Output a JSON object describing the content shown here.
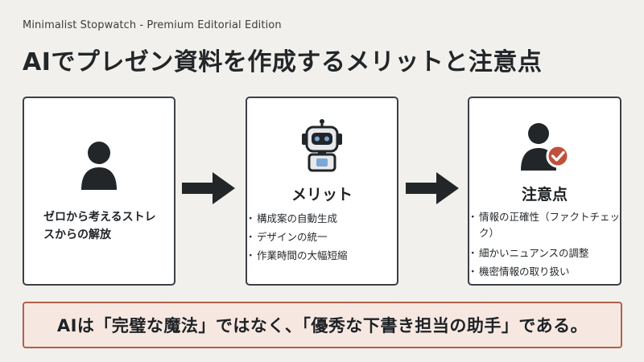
{
  "header": {
    "subtitle": "Minimalist Stopwatch - Premium Editorial Edition",
    "title": "AIでプレゼン資料を作成するメリットと注意点"
  },
  "steps": [
    {
      "icon": "person-icon",
      "text": "ゼロから考えるストレスからの解放"
    },
    {
      "icon": "robot-icon",
      "title": "メリット",
      "items": [
        "構成案の自動生成",
        "デザインの統一",
        "作業時間の大幅短縮"
      ]
    },
    {
      "icon": "person-check-icon",
      "title": "注意点",
      "items": [
        "情報の正確性（ファクトチェック）",
        "細かいニュアンスの調整",
        "機密情報の取り扱い"
      ]
    }
  ],
  "banner": {
    "text": "AIは「完璧な魔法」ではなく、「優秀な下書き担当の助手」である。"
  },
  "colors": {
    "background": "#f1f0ec",
    "box_border": "#3b4046",
    "dark": "#222629",
    "robot_accent": "#7aa7d8",
    "check_badge": "#c0503a",
    "banner_border": "#b3604c",
    "banner_fill": "#f6e8e1"
  }
}
